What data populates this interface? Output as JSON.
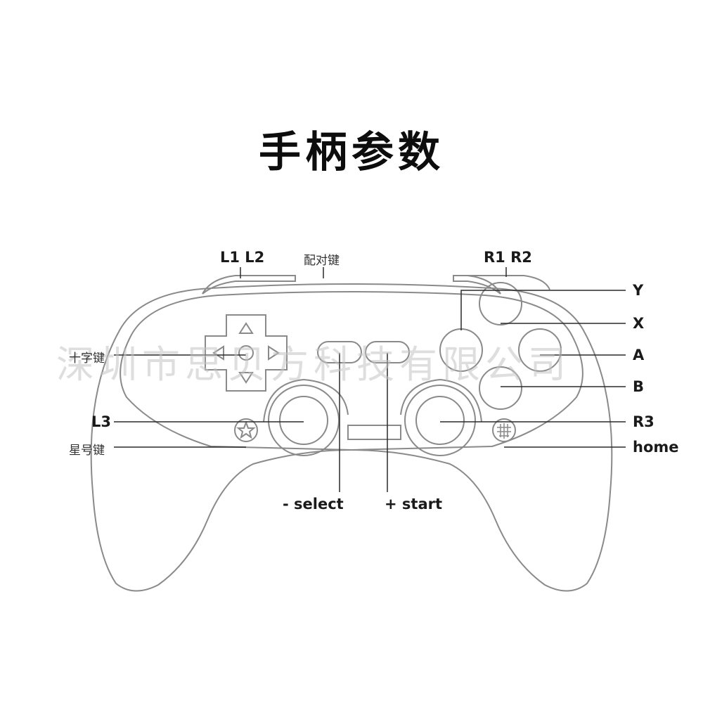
{
  "title": "手柄参数",
  "watermark": "深圳市思贝方科技有限公司",
  "labels": {
    "l1l2": "L1 L2",
    "pair": "配对键",
    "r1r2": "R1 R2",
    "y": "Y",
    "x": "X",
    "a": "A",
    "b": "B",
    "dpad": "十字键",
    "l3": "L3",
    "star": "星号键",
    "r3": "R3",
    "home": "home",
    "select": "- select",
    "start": "+ start"
  }
}
